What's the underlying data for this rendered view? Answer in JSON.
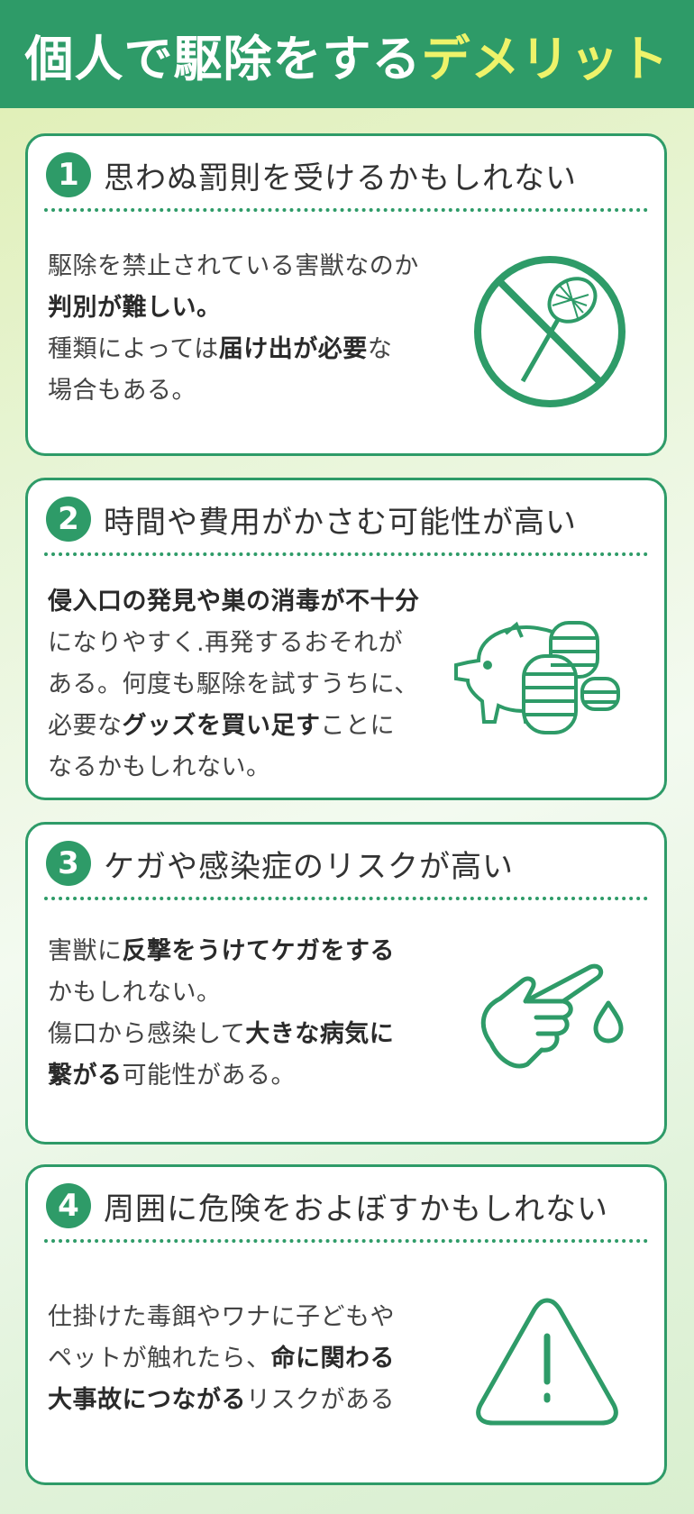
{
  "header": {
    "title_main": "個人で駆除をする",
    "title_accent": "デメリット"
  },
  "colors": {
    "accent": "#2e9b68",
    "highlight": "#eef36a"
  },
  "cards": [
    {
      "number": "1",
      "title": "思わぬ罰則を受けるかもしれない",
      "icon": "no-net-icon",
      "lines": [
        [
          {
            "t": "駆除を禁止されている害獣なのか",
            "b": false
          }
        ],
        [
          {
            "t": "判別が難しい。",
            "b": true
          }
        ],
        [
          {
            "t": "種類によっては",
            "b": false
          },
          {
            "t": "届け出が必要",
            "b": true
          },
          {
            "t": "な",
            "b": false
          }
        ],
        [
          {
            "t": "場合もある。",
            "b": false
          }
        ]
      ]
    },
    {
      "number": "2",
      "title": "時間や費用がかさむ可能性が高い",
      "icon": "piggy-bank-coins-icon",
      "lines": [
        [
          {
            "t": "侵入口の発見や巣の消毒が不十分",
            "b": true
          }
        ],
        [
          {
            "t": "になりやすく.再発するおそれが",
            "b": false
          }
        ],
        [
          {
            "t": "ある。何度も駆除を試すうちに、",
            "b": false
          }
        ],
        [
          {
            "t": "必要な",
            "b": false
          },
          {
            "t": "グッズを買い足す",
            "b": true
          },
          {
            "t": "ことに",
            "b": false
          }
        ],
        [
          {
            "t": "なるかもしれない。",
            "b": false
          }
        ]
      ]
    },
    {
      "number": "3",
      "title": "ケガや感染症のリスクが高い",
      "icon": "bleeding-finger-icon",
      "lines": [
        [
          {
            "t": "害獣に",
            "b": false
          },
          {
            "t": "反撃をうけてケガをする",
            "b": true
          }
        ],
        [
          {
            "t": "かもしれない。",
            "b": false
          }
        ],
        [
          {
            "t": "傷口から感染して",
            "b": false
          },
          {
            "t": "大きな病気に",
            "b": true
          }
        ],
        [
          {
            "t": "繋がる",
            "b": true
          },
          {
            "t": "可能性がある。",
            "b": false
          }
        ]
      ]
    },
    {
      "number": "4",
      "title": "周囲に危険をおよぼすかもしれない",
      "icon": "warning-triangle-icon",
      "lines": [
        [
          {
            "t": "仕掛けた毒餌やワナに子どもや",
            "b": false
          }
        ],
        [
          {
            "t": "ペットが触れたら、",
            "b": false
          },
          {
            "t": "命に関わる",
            "b": true
          }
        ],
        [
          {
            "t": "大事故につながる",
            "b": true
          },
          {
            "t": "リスクがある",
            "b": false
          }
        ]
      ]
    }
  ]
}
